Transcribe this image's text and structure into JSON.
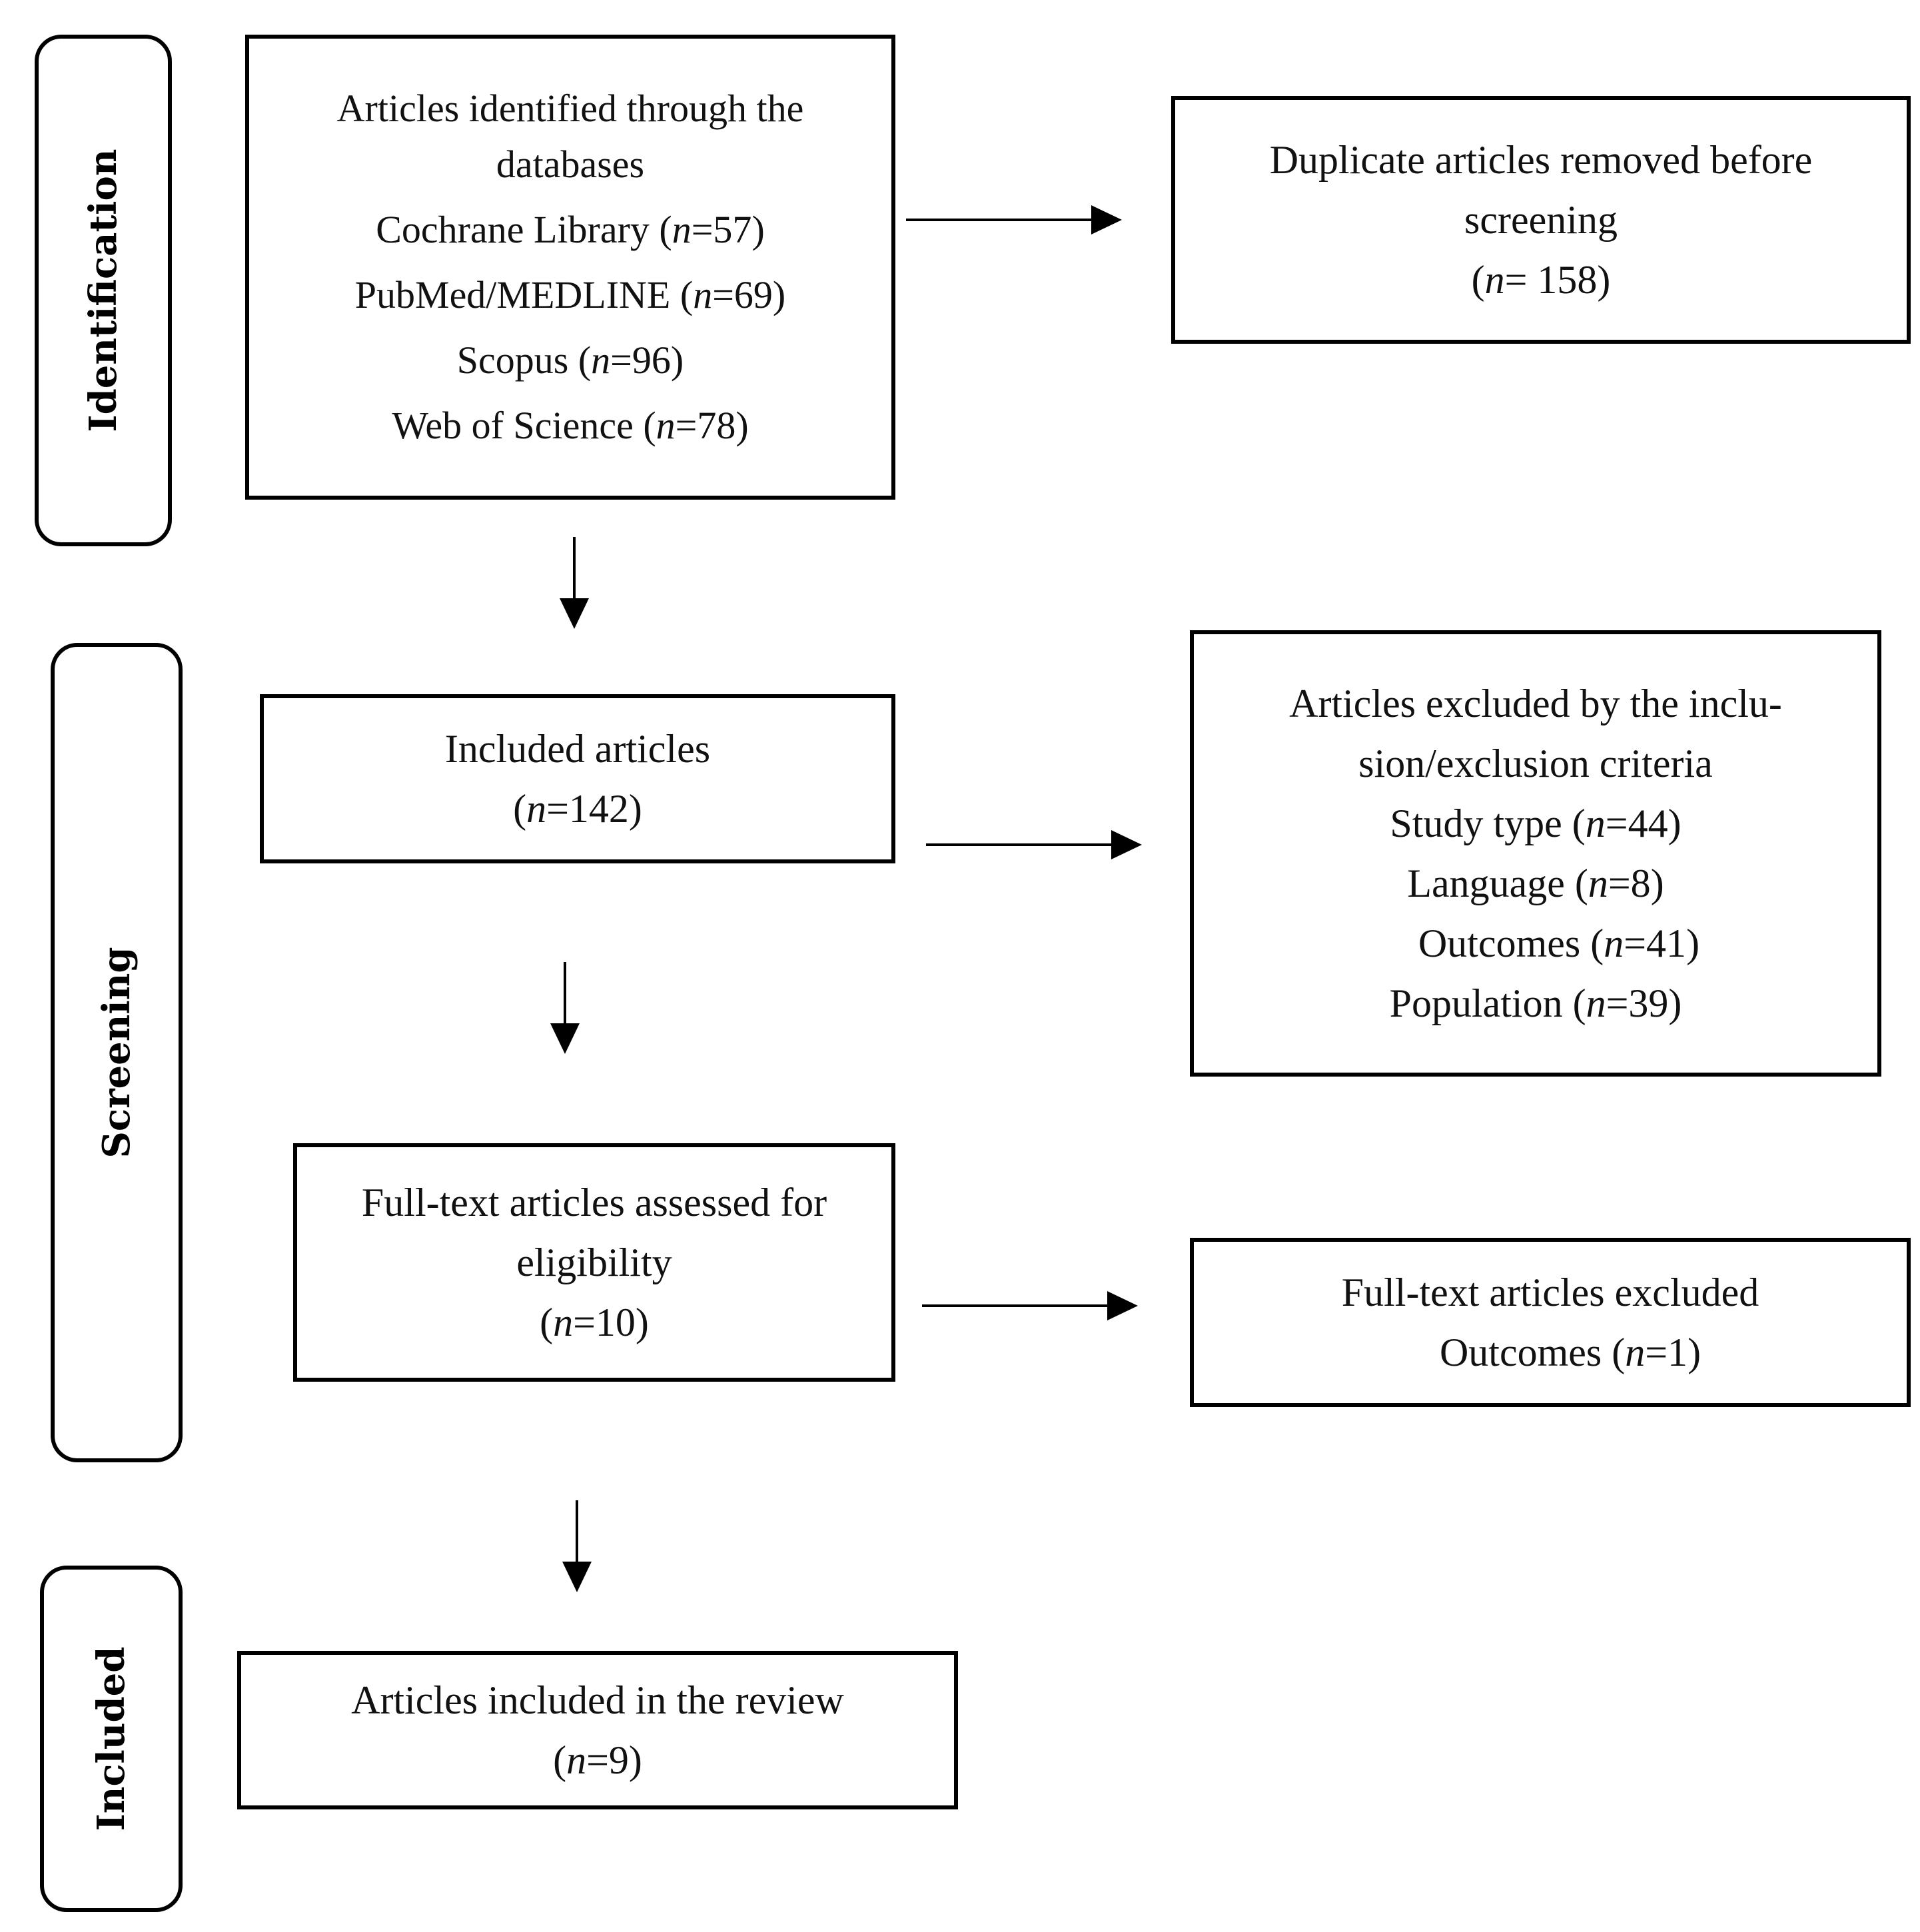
{
  "phases": {
    "identification": "Identification",
    "screening": "Screening",
    "included": "Included"
  },
  "identified": {
    "title": "Articles identified through the databases",
    "sources": [
      {
        "name": "Cochrane Library",
        "n_label": "n",
        "n_value": "=57"
      },
      {
        "name": "PubMed/MEDLINE",
        "n_label": "n",
        "n_value": "=69"
      },
      {
        "name": "Scopus",
        "n_label": "n",
        "n_value": "=96"
      },
      {
        "name": "Web of Science",
        "n_label": "n",
        "n_value": "=78"
      }
    ]
  },
  "duplicates": {
    "title": "Duplicate articles removed before screening",
    "n_label": "n",
    "n_value": "= 158"
  },
  "included_articles": {
    "title": "Included articles",
    "n_label": "n",
    "n_value": "=142"
  },
  "excluded_criteria": {
    "title": "Articles excluded by the inclu-sion/exclusion criteria",
    "reasons": [
      {
        "name": "Study type",
        "n_label": "n",
        "n_value": "=44"
      },
      {
        "name": "Language",
        "n_label": "n",
        "n_value": "=8"
      },
      {
        "name": "Outcomes",
        "n_label": "n",
        "n_value": "=41"
      },
      {
        "name": "Population",
        "n_label": "n",
        "n_value": "=39"
      }
    ]
  },
  "fulltext_assessed": {
    "title": "Full-text articles assessed for eligibility",
    "n_label": "n",
    "n_value": "=10"
  },
  "fulltext_excluded": {
    "title": "Full-text articles excluded",
    "reasons": [
      {
        "name": "Outcomes",
        "n_label": "n",
        "n_value": "=1"
      }
    ]
  },
  "final": {
    "title": "Articles included in the review",
    "n_label": "n",
    "n_value": "=9"
  }
}
